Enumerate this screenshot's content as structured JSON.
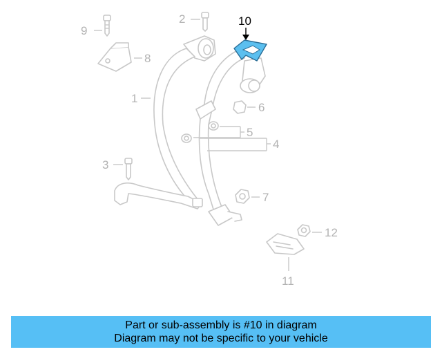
{
  "callouts": {
    "c1": "1",
    "c2": "2",
    "c3": "3",
    "c4": "4",
    "c5": "5",
    "c6": "6",
    "c7": "7",
    "c8": "8",
    "c9": "9",
    "c10": "10",
    "c11": "11",
    "c12": "12"
  },
  "highlight_color": "#5bbfef",
  "banner": {
    "line1": "Part or sub-assembly is #10 in diagram",
    "line2": "Diagram may not be specific to your vehicle",
    "background": "#56bff5"
  }
}
